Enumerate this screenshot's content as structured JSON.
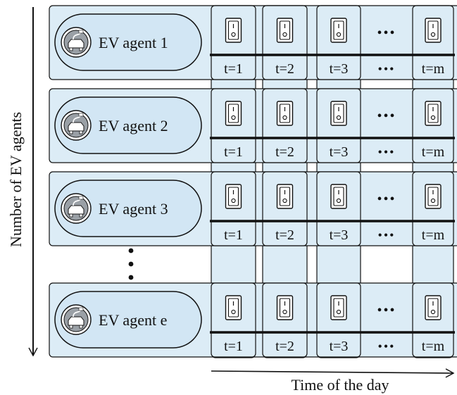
{
  "y_axis_label": "Number of EV agents",
  "x_axis_label": "Time of the day",
  "agents": [
    {
      "label": "EV agent 1",
      "icon": "ev-car-charging-icon"
    },
    {
      "label": "EV agent 2",
      "icon": "ev-car-charging-icon"
    },
    {
      "label": "EV agent 3",
      "icon": "ev-car-charging-icon"
    },
    {
      "label": "EV agent e",
      "icon": "ev-car-charging-icon"
    }
  ],
  "time_slots": [
    "t=1",
    "t=2",
    "t=3",
    "t=m"
  ],
  "slot_icon": "power-switch-icon",
  "ellipsis_h": "•••",
  "colors": {
    "row_fill": "#dcecf6",
    "pill_fill": "#d2e6f4",
    "stroke": "#111111"
  }
}
